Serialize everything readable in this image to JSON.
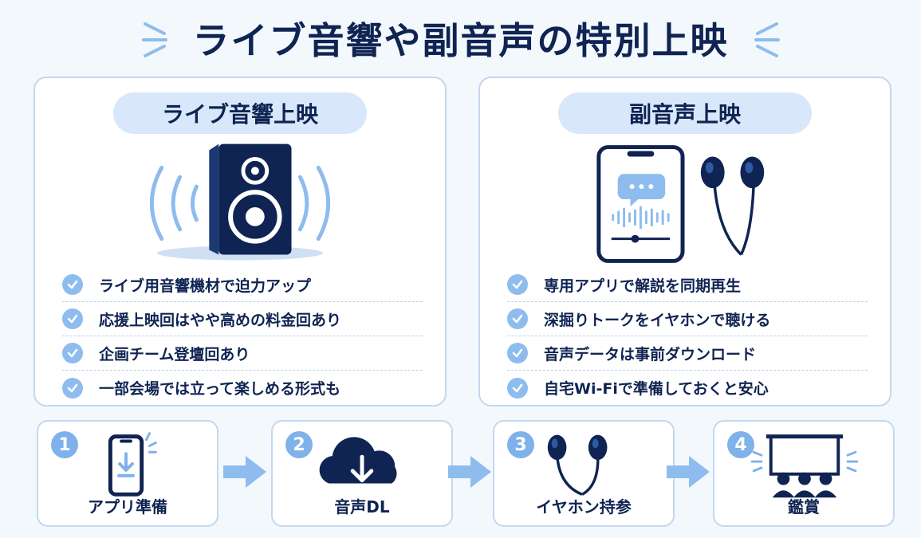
{
  "title": "ライブ音響や副音声の特別上映",
  "left_panel": {
    "heading": "ライブ音響上映",
    "illustration_icon": "speaker-icon",
    "features": [
      "ライブ用音響機材で迫力アップ",
      "応援上映回はやや高めの料金回あり",
      "企画チーム登壇回あり",
      "一部会場では立って楽しめる形式も"
    ]
  },
  "right_panel": {
    "heading": "副音声上映",
    "illustration_icon": "smartphone-with-earphones-icon",
    "features": [
      "専用アプリで解説を同期再生",
      "深掘りトークをイヤホンで聴ける",
      "音声データは事前ダウンロード",
      "自宅Wi-Fiで準備しておくと安心"
    ]
  },
  "steps": [
    {
      "number": "1",
      "label": "アプリ準備",
      "icon": "phone-download-icon"
    },
    {
      "number": "2",
      "label": "音声DL",
      "icon": "cloud-download-icon"
    },
    {
      "number": "3",
      "label": "イヤホン持参",
      "icon": "earphones-icon"
    },
    {
      "number": "4",
      "label": "鑑賞",
      "icon": "theater-audience-icon"
    }
  ],
  "colors": {
    "navy": "#0f2452",
    "accent_blue": "#7fb1ea",
    "light_blue": "#d8e8fa",
    "border": "#c3d8f0",
    "background": "#f3f8fd"
  }
}
